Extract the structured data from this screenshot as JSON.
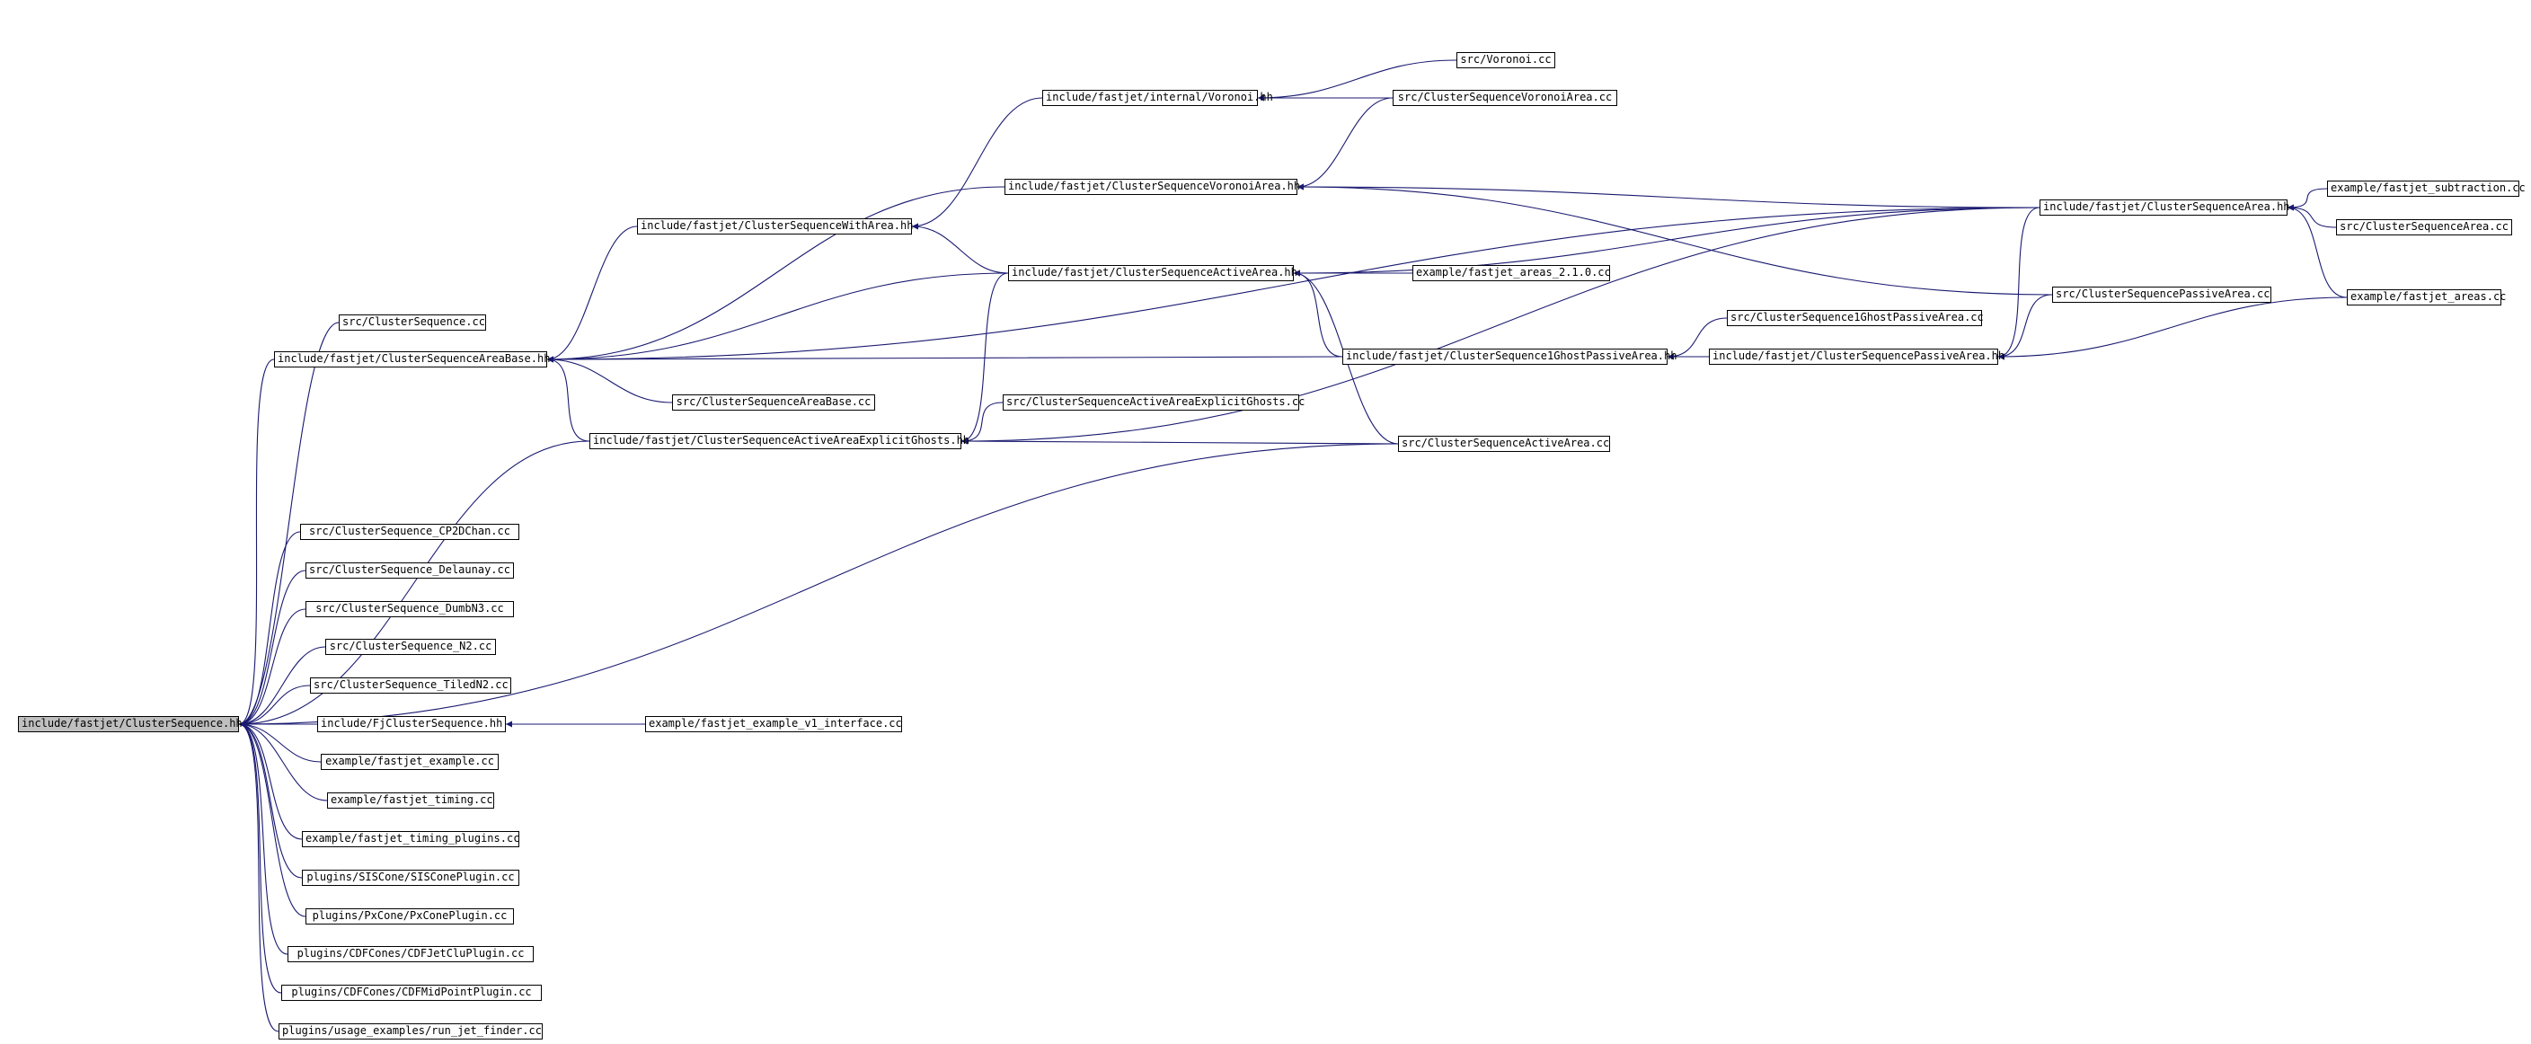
{
  "colors": {
    "edge": "#191970",
    "node_border": "#000000",
    "root_fill": "#bfbfbf"
  },
  "nodes": {
    "root": "include/fastjet/ClusterSequence.hh",
    "cs_cc": "src/ClusterSequence.cc",
    "csab_hh": "include/fastjet/ClusterSequenceAreaBase.hh",
    "cswa_hh": "include/fastjet/ClusterSequenceWithArea.hh",
    "voronoi_hh": "include/fastjet/internal/Voronoi.hh",
    "voronoi_cc": "src/Voronoi.cc",
    "csva_cc": "src/ClusterSequenceVoronoiArea.cc",
    "csva_hh": "include/fastjet/ClusterSequenceVoronoiArea.hh",
    "csaa_hh": "include/fastjet/ClusterSequenceActiveArea.hh",
    "ex_areas210": "example/fastjet_areas_2.1.0.cc",
    "csab_cc": "src/ClusterSequenceAreaBase.cc",
    "csaaeg_hh": "include/fastjet/ClusterSequenceActiveAreaExplicitGhosts.hh",
    "csaaeg_cc": "src/ClusterSequenceActiveAreaExplicitGhosts.cc",
    "csaa_cc": "src/ClusterSequenceActiveArea.cc",
    "cs1gpa_hh": "include/fastjet/ClusterSequence1GhostPassiveArea.hh",
    "cs1gpa_cc": "src/ClusterSequence1GhostPassiveArea.cc",
    "cspa_hh": "include/fastjet/ClusterSequencePassiveArea.hh",
    "cspa_cc": "src/ClusterSequencePassiveArea.cc",
    "csarea_hh": "include/fastjet/ClusterSequenceArea.hh",
    "ex_subtraction": "example/fastjet_subtraction.cc",
    "csarea_cc": "src/ClusterSequenceArea.cc",
    "ex_areas": "example/fastjet_areas.cc",
    "cp2d_cc": "src/ClusterSequence_CP2DChan.cc",
    "delaunay_cc": "src/ClusterSequence_Delaunay.cc",
    "dumbn3_cc": "src/ClusterSequence_DumbN3.cc",
    "n2_cc": "src/ClusterSequence_N2.cc",
    "tiledn2_cc": "src/ClusterSequence_TiledN2.cc",
    "fjcs_hh": "include/FjClusterSequence.hh",
    "ex_v1": "example/fastjet_example_v1_interface.cc",
    "ex_example": "example/fastjet_example.cc",
    "ex_timing": "example/fastjet_timing.cc",
    "ex_timing_plugins": "example/fastjet_timing_plugins.cc",
    "siscone": "plugins/SISCone/SISConePlugin.cc",
    "pxcone": "plugins/PxCone/PxConePlugin.cc",
    "cdfjetclu": "plugins/CDFCones/CDFJetCluPlugin.cc",
    "cdfmidpoint": "plugins/CDFCones/CDFMidPointPlugin.cc",
    "run_jet_finder": "plugins/usage_examples/run_jet_finder.cc"
  },
  "edges": [
    [
      "cs_cc",
      "root"
    ],
    [
      "csab_hh",
      "root"
    ],
    [
      "csaaeg_hh",
      "root"
    ],
    [
      "csaa_cc",
      "root"
    ],
    [
      "cp2d_cc",
      "root"
    ],
    [
      "delaunay_cc",
      "root"
    ],
    [
      "dumbn3_cc",
      "root"
    ],
    [
      "n2_cc",
      "root"
    ],
    [
      "tiledn2_cc",
      "root"
    ],
    [
      "fjcs_hh",
      "root"
    ],
    [
      "ex_example",
      "root"
    ],
    [
      "ex_timing",
      "root"
    ],
    [
      "ex_timing_plugins",
      "root"
    ],
    [
      "siscone",
      "root"
    ],
    [
      "pxcone",
      "root"
    ],
    [
      "cdfjetclu",
      "root"
    ],
    [
      "cdfmidpoint",
      "root"
    ],
    [
      "run_jet_finder",
      "root"
    ],
    [
      "ex_v1",
      "fjcs_hh"
    ],
    [
      "cswa_hh",
      "csab_hh"
    ],
    [
      "csva_hh",
      "csab_hh"
    ],
    [
      "csaa_hh",
      "csab_hh"
    ],
    [
      "csab_cc",
      "csab_hh"
    ],
    [
      "csaaeg_hh",
      "csab_hh"
    ],
    [
      "cs1gpa_hh",
      "csab_hh"
    ],
    [
      "csarea_hh",
      "csab_hh"
    ],
    [
      "voronoi_hh",
      "cswa_hh"
    ],
    [
      "csaa_hh",
      "cswa_hh"
    ],
    [
      "voronoi_cc",
      "voronoi_hh"
    ],
    [
      "csva_cc",
      "voronoi_hh"
    ],
    [
      "csva_cc",
      "csva_hh"
    ],
    [
      "csarea_hh",
      "csva_hh"
    ],
    [
      "cspa_cc",
      "csva_hh"
    ],
    [
      "ex_areas210",
      "csaa_hh"
    ],
    [
      "csaa_cc",
      "csaa_hh"
    ],
    [
      "csarea_hh",
      "csaa_hh"
    ],
    [
      "cs1gpa_hh",
      "csaa_hh"
    ],
    [
      "csaa_hh",
      "csaaeg_hh"
    ],
    [
      "csaaeg_cc",
      "csaaeg_hh"
    ],
    [
      "csaa_cc",
      "csaaeg_hh"
    ],
    [
      "csarea_hh",
      "csaaeg_hh"
    ],
    [
      "cs1gpa_cc",
      "cs1gpa_hh"
    ],
    [
      "cspa_hh",
      "cs1gpa_hh"
    ],
    [
      "cspa_cc",
      "cspa_hh"
    ],
    [
      "csarea_hh",
      "cspa_hh"
    ],
    [
      "ex_areas",
      "cspa_hh"
    ],
    [
      "ex_subtraction",
      "csarea_hh"
    ],
    [
      "csarea_cc",
      "csarea_hh"
    ],
    [
      "ex_areas",
      "csarea_hh"
    ]
  ]
}
